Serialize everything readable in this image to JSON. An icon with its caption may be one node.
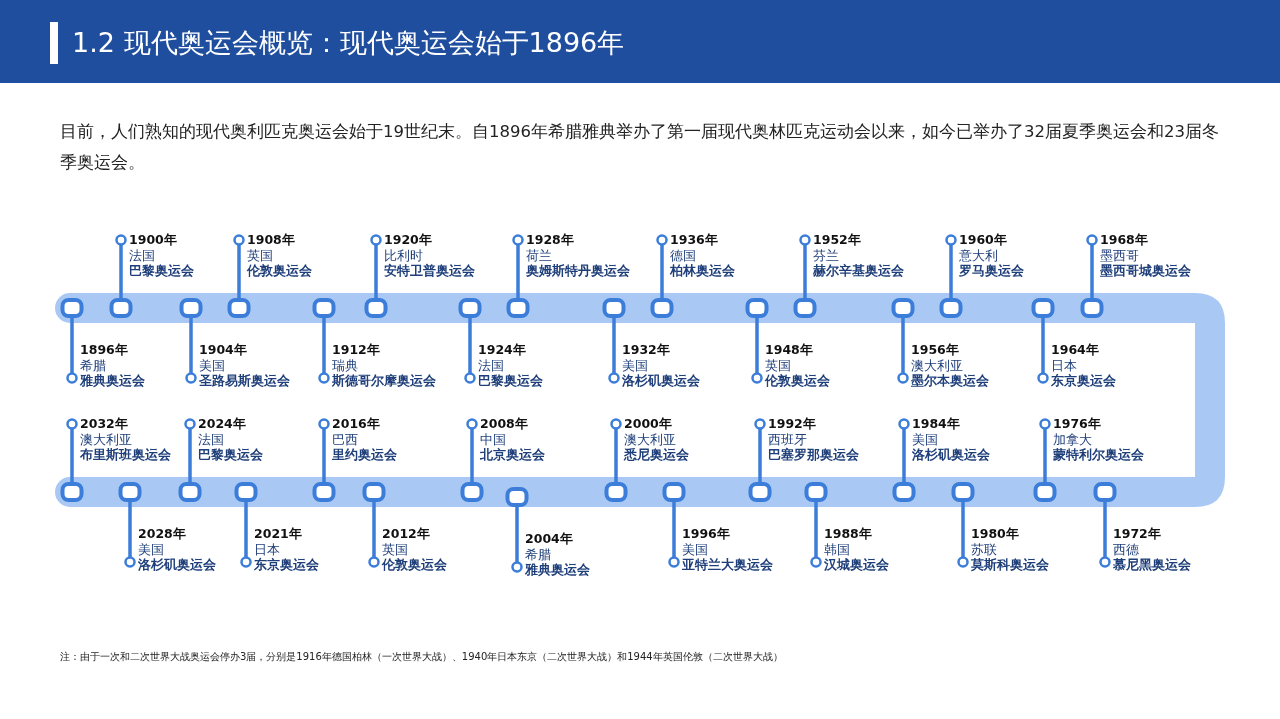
{
  "diagram": {
    "title": "1.2 现代奥运会概览：现代奥运会始于1896年",
    "nodes": [
      {
        "text": [
          "1896年",
          "希腊",
          "雅典奥运会"
        ]
      },
      {
        "text": [
          "1900年",
          "法国",
          "巴黎奥运会"
        ]
      },
      {
        "text": [
          "1904年",
          "美国",
          "圣路易斯奥运会"
        ]
      },
      {
        "text": [
          "1908年",
          "英国",
          "伦敦奥运会"
        ]
      },
      {
        "text": [
          "1912年",
          "瑞典",
          "斯德哥尔摩奥运会"
        ]
      },
      {
        "text": [
          "1920年",
          "比利时",
          "安特卫普奥运会"
        ]
      },
      {
        "text": [
          "1924年",
          "法国",
          "巴黎奥运会"
        ]
      },
      {
        "text": [
          "1928年",
          "荷兰",
          "奥姆斯特丹奥运会"
        ]
      },
      {
        "text": [
          "1932年",
          "美国",
          "洛杉矶奥运会"
        ]
      },
      {
        "text": [
          "1936年",
          "德国",
          "柏林奥运会"
        ]
      },
      {
        "text": [
          "1948年",
          "英国",
          "伦敦奥运会"
        ]
      },
      {
        "text": [
          "1952年",
          "芬兰",
          "赫尔辛基奥运会"
        ]
      },
      {
        "text": [
          "1956年",
          "澳大利亚",
          "墨尔本奥运会"
        ]
      },
      {
        "text": [
          "1960年",
          "意大利",
          "罗马奥运会"
        ]
      },
      {
        "text": [
          "1964年",
          "日本",
          "东京奥运会"
        ]
      },
      {
        "text": [
          "1968年",
          "墨西哥",
          "墨西哥城奥运会"
        ]
      },
      {
        "text": [
          "1972年",
          "西德",
          "慕尼黑奥运会"
        ]
      },
      {
        "text": [
          "1976年",
          "加拿大",
          "蒙特利尔奥运会"
        ]
      },
      {
        "text": [
          "1980年",
          "苏联",
          "莫斯科奥运会"
        ]
      },
      {
        "text": [
          "1984年",
          "美国",
          "洛杉矶奥运会"
        ]
      },
      {
        "text": [
          "1988年",
          "韩国",
          "汉城奥运会"
        ]
      },
      {
        "text": [
          "1992年",
          "西班牙",
          "巴塞罗那奥运会"
        ]
      },
      {
        "text": [
          "1996年",
          "美国",
          "亚特兰大奥运会"
        ]
      },
      {
        "text": [
          "2000年",
          "澳大利亚",
          "悉尼奥运会"
        ]
      },
      {
        "text": [
          "2004年",
          "希腊",
          "雅典奥运会"
        ]
      },
      {
        "text": [
          "2008年",
          "中国",
          "北京奥运会"
        ]
      },
      {
        "text": [
          "2012年",
          "英国",
          "伦敦奥运会"
        ]
      },
      {
        "text": [
          "2016年",
          "巴西",
          "里约奥运会"
        ]
      },
      {
        "text": [
          "2021年",
          "日本",
          "东京奥运会"
        ]
      },
      {
        "text": [
          "2024年",
          "法国",
          "巴黎奥运会"
        ]
      },
      {
        "text": [
          "2028年",
          "美国",
          "洛杉矶奥运会"
        ]
      },
      {
        "text": [
          "2032年",
          "澳大利亚",
          "布里斯班奥运会"
        ]
      }
    ],
    "labels": [
      "目前，人们熟知的现代奥利匹克奥运会始于19世纪末。自1896年希腊雅典举办了第一届现代奥林匹克运动会以来，如今已举办了32届夏季奥运会和23届冬季奥运会。",
      "注：由于一次和二次世界大战奥运会停办3届，分别是1916年德国柏林（一次世界大战）、1940年日本东京（二次世界大战）和1944年英国伦敦（二次世界大战）"
    ]
  }
}
